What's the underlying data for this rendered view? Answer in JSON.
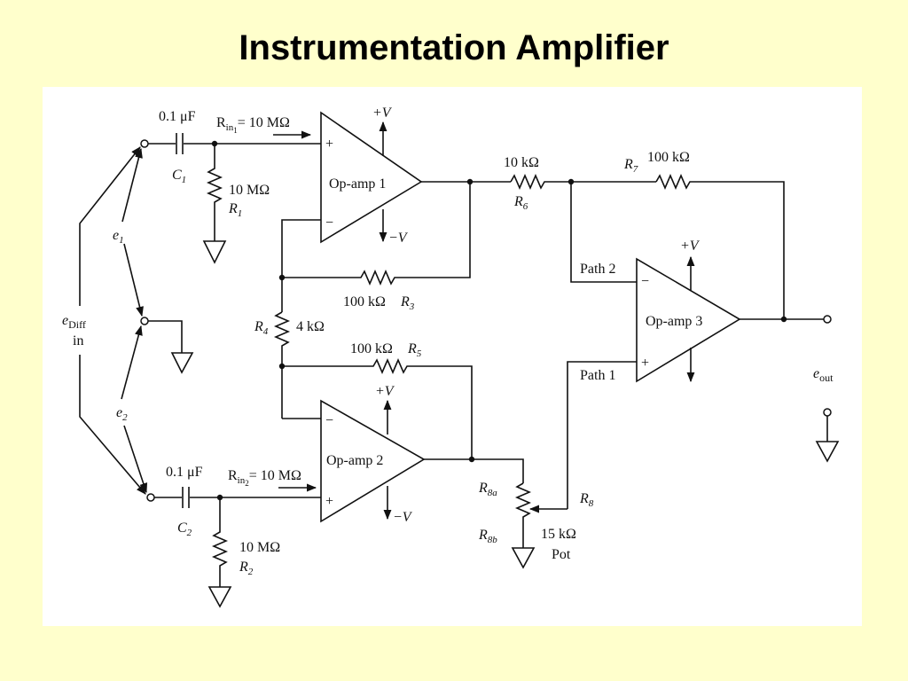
{
  "title": "Instrumentation Amplifier",
  "labels": {
    "c1_value": "0.1 μF",
    "c1_name": "C",
    "c1_sub": "1",
    "rin1_prefix": "R",
    "rin1_sub": "in",
    "rin1_subsub": "1",
    "rin1_value": "= 10 MΩ",
    "r1_value": "10 MΩ",
    "r1_name": "R",
    "r1_sub": "1",
    "plus_v_1": "+V",
    "minus_v_1": "−V",
    "opamp1": "Op-amp 1",
    "opamp2": "Op-amp 2",
    "opamp3": "Op-amp 3",
    "plus_sign": "+",
    "minus_sign": "−",
    "r6_value": "10 kΩ",
    "r6_name": "R",
    "r6_sub": "6",
    "r7_name": "R",
    "r7_sub": "7",
    "r7_value": "100 kΩ",
    "r3_value": "100 kΩ",
    "r3_name": "R",
    "r3_sub": "3",
    "r4_name": "R",
    "r4_sub": "4",
    "r4_value": "4 kΩ",
    "r5_value": "100 kΩ",
    "r5_name": "R",
    "r5_sub": "5",
    "plus_v_2": "+V",
    "minus_v_2": "−V",
    "plus_v_3": "+V",
    "path2": "Path 2",
    "path1": "Path 1",
    "e1_name": "e",
    "e1_sub": "1",
    "e2_name": "e",
    "e2_sub": "2",
    "ediff_name": "e",
    "ediff_sub": "Diff",
    "ediff_in": "in",
    "eout_name": "e",
    "eout_sub": "out",
    "c2_value": "0.1 μF",
    "c2_name": "C",
    "c2_sub": "2",
    "rin2_prefix": "R",
    "rin2_sub": "in",
    "rin2_subsub": "2",
    "rin2_value": "= 10 MΩ",
    "r2_value": "10 MΩ",
    "r2_name": "R",
    "r2_sub": "2",
    "r8a_name": "R",
    "r8a_sub": "8a",
    "r8b_name": "R",
    "r8b_sub": "8b",
    "r8_name": "R",
    "r8_sub": "8",
    "pot_value": "15 kΩ",
    "pot_label": "Pot"
  },
  "colors": {
    "slide_background": "#ffffcc",
    "figure_background": "#ffffff",
    "ink": "#111111"
  }
}
